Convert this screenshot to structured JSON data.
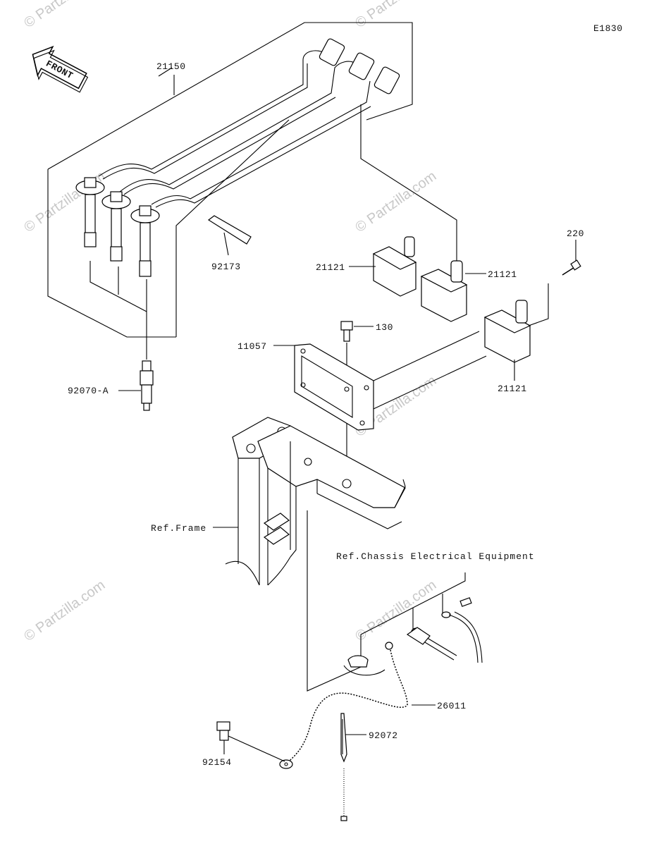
{
  "diagram_code": "E1830",
  "front_label": "FRONT",
  "watermark": "© Partzilla.com",
  "callouts": {
    "spark_plug_cable_set": "21150",
    "plug_cap_cover": "92173",
    "ignition_coil_a": "21121",
    "ignition_coil_b": "21121",
    "ignition_coil_c": "21121",
    "screw_220": "220",
    "bolt_130": "130",
    "coil_bracket": "11057",
    "spark_plug": "92070-A",
    "ground_lead": "26011",
    "clamp_band": "92072",
    "flange_bolt": "92154"
  },
  "references": {
    "frame": "Ref.Frame",
    "chassis_electrical": "Ref.Chassis Electrical Equipment"
  },
  "colors": {
    "line": "#000000",
    "watermark": "#c8c8c8",
    "background": "#ffffff"
  }
}
